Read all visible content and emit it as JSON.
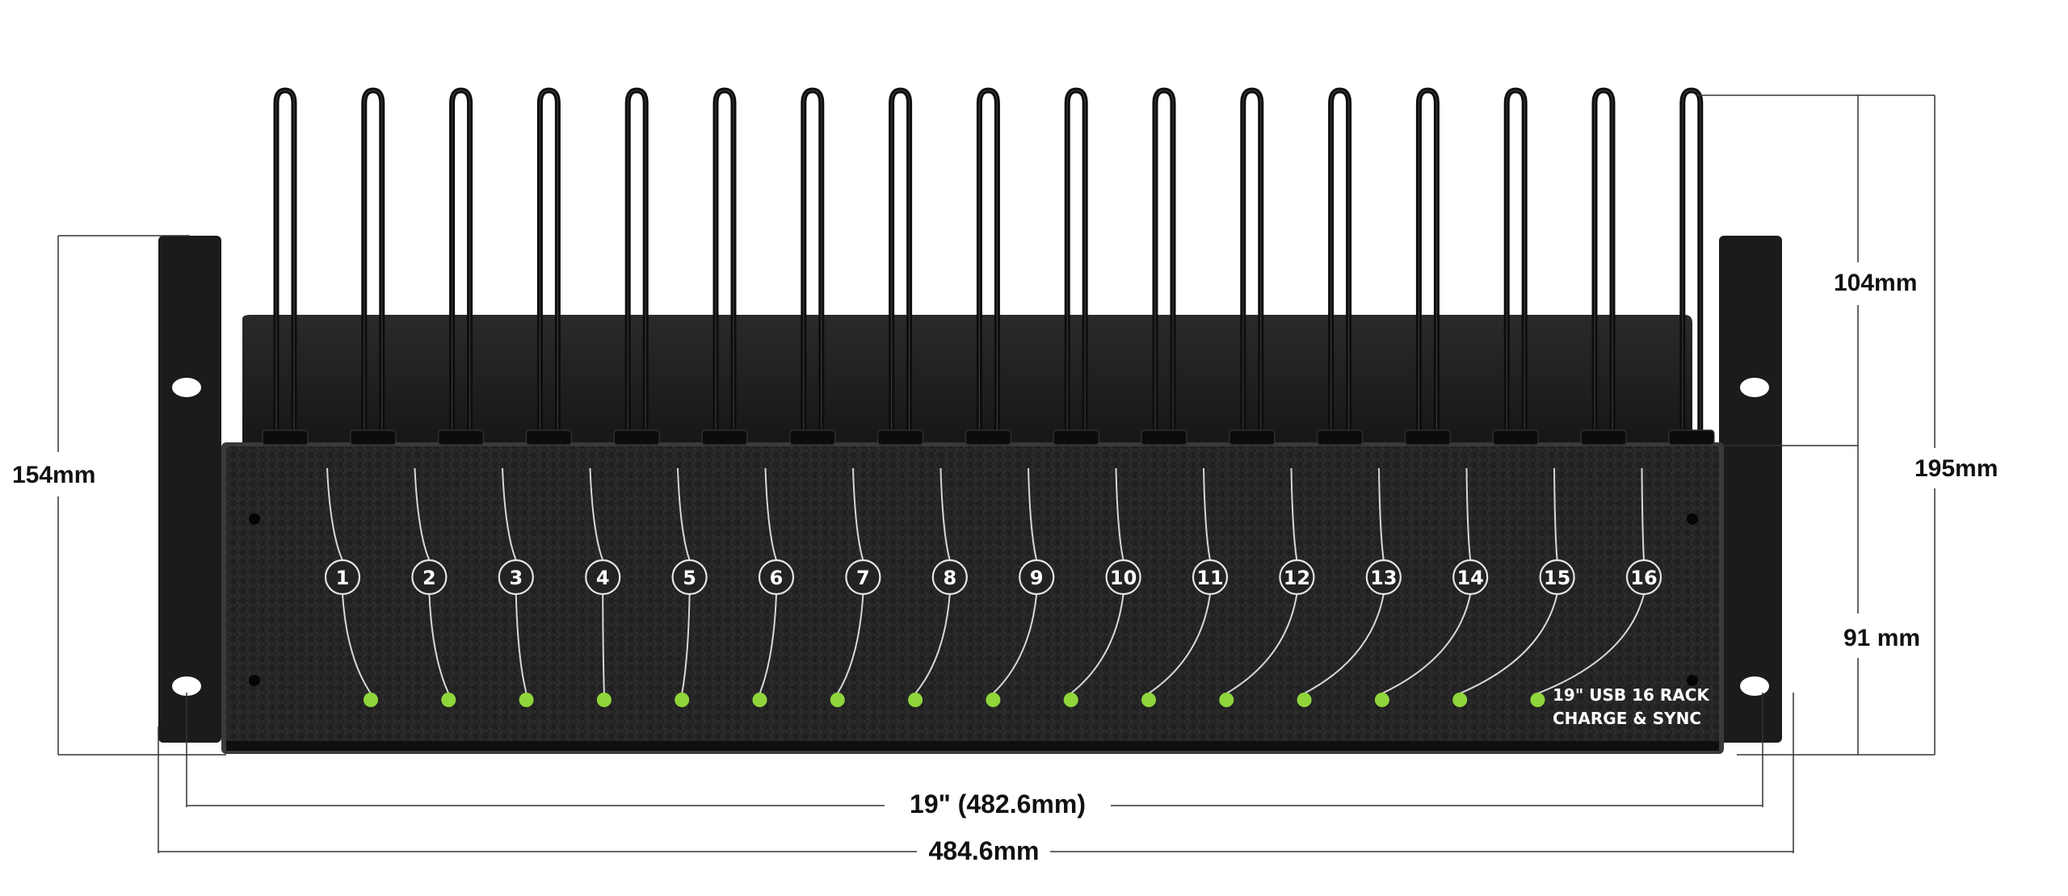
{
  "product": {
    "label_line1": "19\" USB 16 RACK",
    "label_line2": "CHARGE & SYNC"
  },
  "ports": [
    "1",
    "2",
    "3",
    "4",
    "5",
    "6",
    "7",
    "8",
    "9",
    "10",
    "11",
    "12",
    "13",
    "14",
    "15",
    "16"
  ],
  "dimensions": {
    "left_height": "154mm",
    "top_right": "104mm",
    "total_height": "195mm",
    "bottom_right": "91 mm",
    "rack_width": "19\" (482.6mm)",
    "overall_width": "484.6mm"
  },
  "colors": {
    "panel": "#1e1e1e",
    "ear": "#1a1a1a",
    "led": "#8fd63a",
    "cable": "#0d0d0d",
    "dim_line": "#333333"
  }
}
